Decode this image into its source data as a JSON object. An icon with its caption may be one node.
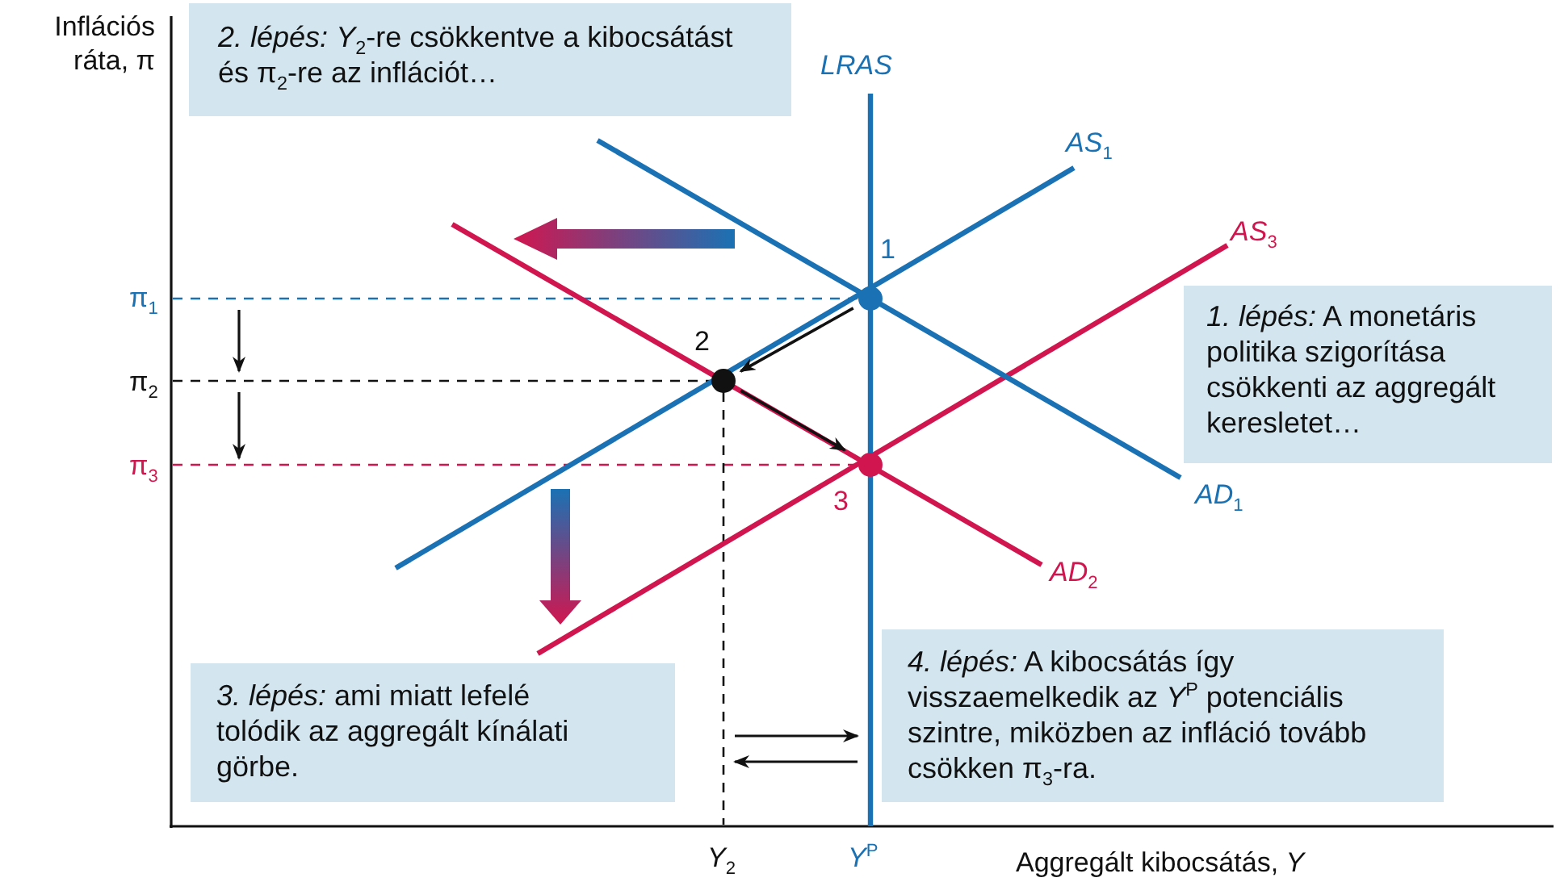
{
  "diagram": {
    "nodes": [
      {
        "text": [
          "*2. lépés:* *Y*$_{2}$-re csökkentve a kibocsátást és π$_{2}$-re az inflációt…"
        ]
      },
      {
        "text": [
          "*1. lépés:* A monetáris politika szigorítása csökkenti az aggregált keresletet…"
        ]
      },
      {
        "text": [
          "*3. lépés:* ami miatt lefelé tolódik az aggregált kínálati görbe."
        ]
      },
      {
        "text": [
          "*4. lépés:* A kibocsátás így visszaemelkedik az *Y*$^{P}$ potenciális szintre, miközben az infláció tovább csökken π$_{3}$-ra."
        ]
      },
      {
        "text": [
          "1"
        ]
      },
      {
        "text": [
          "2"
        ]
      },
      {
        "text": [
          "3"
        ]
      }
    ],
    "edges": [
      {
        "from": 4,
        "to": 5,
        "arrow": "to"
      },
      {
        "from": 5,
        "to": 6,
        "arrow": "to"
      }
    ],
    "labels": [
      "Inflációs ráta, π",
      "LRAS",
      "AS$_{1}$",
      "AS$_{3}$",
      "AD$_{1}$",
      "AD$_{2}$",
      "π$_{1}$",
      "π$_{2}$",
      "π$_{3}$",
      "*Y*$_{2}$",
      "*Y*$^{P}$",
      "Aggregált kibocsátás, *Y*"
    ]
  }
}
